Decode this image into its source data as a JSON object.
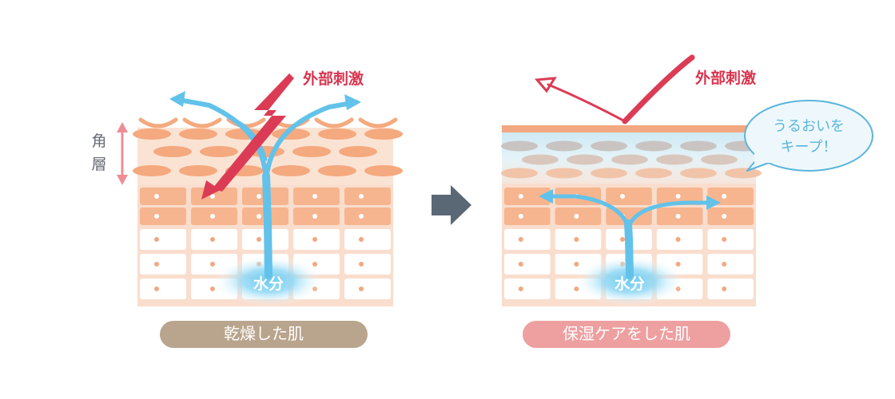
{
  "left_panel": {
    "stimulus_label": "外部刺激",
    "layer_label_1": "角",
    "layer_label_2": "層",
    "water_label": "水分",
    "caption": "乾燥した肌",
    "caption_color": "#b9a48d"
  },
  "arrow_icon": "right-arrow-icon",
  "right_panel": {
    "stimulus_label": "外部刺激",
    "bubble_line1": "うるおいを",
    "bubble_line2": "キープ！",
    "water_label": "水分",
    "caption": "保湿ケアをした肌",
    "caption_color": "#ee9fa0"
  },
  "colors": {
    "stimulus_red": "#dc3b55",
    "water_blue": "#62c2ea",
    "skin_pink": "#f9ddcd",
    "cell_orange": "#f2a880",
    "arrow_gray": "#5a6876"
  }
}
